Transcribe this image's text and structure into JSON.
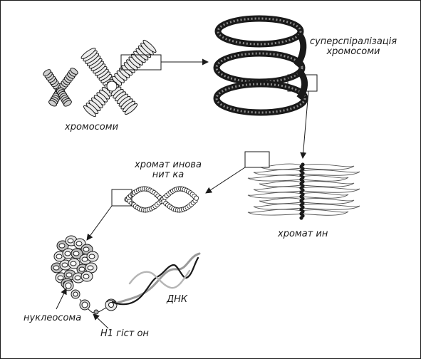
{
  "labels": {
    "chromosomes": "хромосоми",
    "supercoil_line1": "суперспіралізація",
    "supercoil_line2": "хромосоми",
    "chromatin_fiber_line1": "хромат инова",
    "chromatin_fiber_line2": "нит ка",
    "chromatin": "хромат ин",
    "dna": "ДНК",
    "nucleosome": "нуклеосома",
    "h1_histone": "Н1 гіст он"
  }
}
